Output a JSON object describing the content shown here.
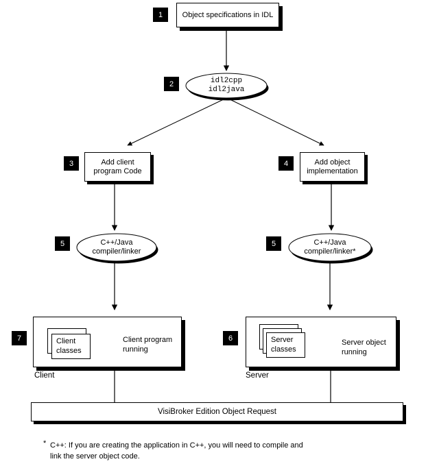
{
  "colors": {
    "ink": "#000000",
    "paper": "#ffffff"
  },
  "steps": {
    "s1": {
      "num": "1",
      "text": "Object specifications in IDL"
    },
    "s2": {
      "num": "2",
      "line1": "idl2cpp",
      "line2": "idl2java"
    },
    "s3": {
      "num": "3",
      "line1": "Add client",
      "line2": "program Code"
    },
    "s4": {
      "num": "4",
      "line1": "Add object",
      "line2": "implementation"
    },
    "s5_left": {
      "num": "5",
      "line1": "C++/Java",
      "line2": "compiler/linker"
    },
    "s5_right": {
      "num": "5",
      "line1": "C++/Java",
      "line2": "compiler/linker*"
    },
    "s7": {
      "num": "7",
      "card_line1": "Client",
      "card_line2": "classes",
      "run_line1": "Client program",
      "run_line2": "running",
      "caption": "Client"
    },
    "s6": {
      "num": "6",
      "card_line1": "Server",
      "card_line2": "classes",
      "run_line1": "Server object",
      "run_line2": "running",
      "caption": "Server"
    }
  },
  "bus": {
    "label": "VisiBroker Edition Object Request"
  },
  "footnote": {
    "marker": "*",
    "line1": "C++: If you are creating the application in C++, you will need to compile and",
    "line2": "link the server object code."
  }
}
